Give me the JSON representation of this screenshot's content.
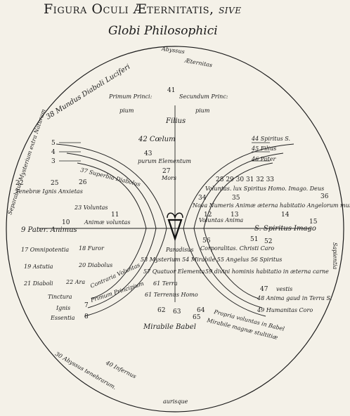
{
  "title": {
    "main": "Figura Oculi Æternitatis,",
    "sive": "sive"
  },
  "subtitle": "Globi Philosophici",
  "outer": {
    "abyssus": "Abyssus",
    "aeternitas": "Æternitas",
    "mundus": "38 Mundus Diaboli Luciferi",
    "sepa": "Separabitur Mysterium extra Naturam",
    "sapientia": "Sapientia",
    "abyssus_bottom": "30 Abyssus tenebrarum.",
    "infernus": "40 Infernus",
    "bottom_word": "aurisque"
  },
  "center": {
    "principium1": "Primum Princi:",
    "num41": "41",
    "principium2": "Secundum Princ:",
    "pium_l": "pium",
    "pium_r": "pium",
    "filius": "Filius",
    "coelum": "42 Cœlum",
    "purum_num": "43",
    "purum": "purum Elementum",
    "mors_num": "27",
    "mors": "Mors"
  },
  "left": {
    "n5": "5",
    "n4": "4",
    "n3": "3",
    "superbia": "37 Superbia Diabolus",
    "tenebrae": "Tenebræ Ignis Anxietas",
    "n22": "22",
    "n25": "25",
    "n26": "26",
    "voluntas": "23 Voluntas",
    "n11": "11",
    "animae_vol": "Animæ voluntas",
    "pater": "9 Pater. Animus",
    "n10": "10",
    "omni": "17 Omnipotentia",
    "furor": "18 Furor",
    "astutia": "19 Astutia",
    "diabolus": "20 Diabolus",
    "diaboli": "21 Diaboli",
    "ara": "22 Ara",
    "contraria": "Contraria Voluntas",
    "primum": "Primum Principium",
    "tinctura": "Tinctura",
    "ignis": "Ignis",
    "essentia": "Essentia",
    "n7": "7",
    "n8": "8"
  },
  "right": {
    "spiritus_s": "44 Spiritus S.",
    "filius": "45 Filius",
    "pater": "46 Pater",
    "row_nums": "28   29   30   31   32   33",
    "volun_row": "Voluntas. lux Spiritus Homo. Imago. Deus",
    "n34": "34",
    "n35": "35",
    "n36": "36",
    "nova": "Nova Numeris Animæ æterna habitatio Angelorum mundus",
    "n12": "12",
    "n13": "13",
    "vol_anima": "Voluntas Anima",
    "n14": "14",
    "n15": "15",
    "spiritus_imago": "S. Spiritus Imago",
    "n56": "56",
    "n51": "51",
    "n52": "52",
    "corpus": "Corporalitas. Christi Caro",
    "paradisus": "Paradisus",
    "mirabile": "53 Mysterium 54 Mirabile 55 Angelus 56 Spiritus",
    "quatuor": "57 Quatuor Elementa",
    "divini": "59 divini hominis habitatio in æterna carne",
    "terra": "61 Terra",
    "n47": "47",
    "vestis": "vestis",
    "homo": "61 Terrenus Homo",
    "anima_t": "48 Anima gaud in Terra S.",
    "humanitas": "49 Humanitas Coro",
    "n62": "62",
    "n63": "63",
    "n64": "64",
    "propria": "Propria voluntas in Babel",
    "magna": "Mirabile magnæ stultitiæ",
    "babel": "Mirabile Babel",
    "n65": "65"
  }
}
